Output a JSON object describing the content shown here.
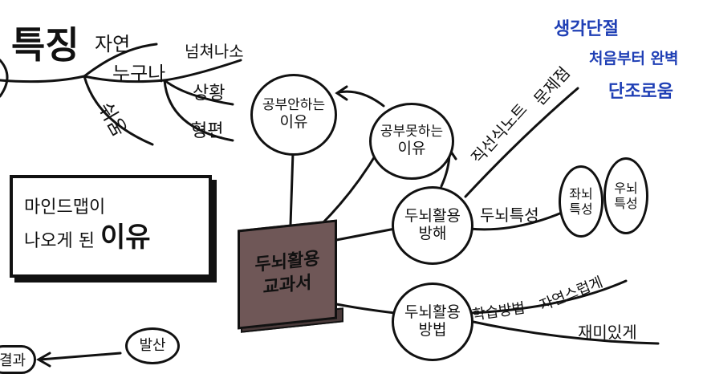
{
  "title": "특징",
  "features": {
    "natural": "자연",
    "anyone": "누구나",
    "easy": "쉬움",
    "overflow": "넘쳐나소",
    "situation": "상황",
    "format": "형편"
  },
  "reason_box": {
    "line1": "마인드맵이",
    "line2_prefix": "나오게 된",
    "line2_big": "이유"
  },
  "center": {
    "line1": "두뇌활용",
    "line2": "교과서"
  },
  "nodes": {
    "study_reason": {
      "line1": "공부안하는",
      "line2": "이유"
    },
    "study_cant": {
      "line1": "공부못하는",
      "line2": "이유"
    },
    "brain_obstacle": {
      "line1": "두뇌활용",
      "line2": "방해"
    },
    "brain_method": {
      "line1": "두뇌활용",
      "line2": "방법"
    }
  },
  "branches": {
    "linear_note": "직선식노트",
    "problem": "문제점",
    "brain_feature": "두뇌특성",
    "study_method": "학습방법",
    "natural_easy": "자연스럽게",
    "fun": "재미있게"
  },
  "hemispheres": {
    "left": {
      "line1": "좌뇌",
      "line2": "특성"
    },
    "right": {
      "line1": "우뇌",
      "line2": "특성"
    }
  },
  "small_bubbles": {
    "develop": "발산",
    "left_partial": "결과"
  },
  "notes_blue": [
    "생각단절",
    "처음부터 완벽",
    "단조로움"
  ],
  "colors": {
    "ink": "#111111",
    "book": "#6f5757",
    "note_blue": "#1f3fb5"
  }
}
